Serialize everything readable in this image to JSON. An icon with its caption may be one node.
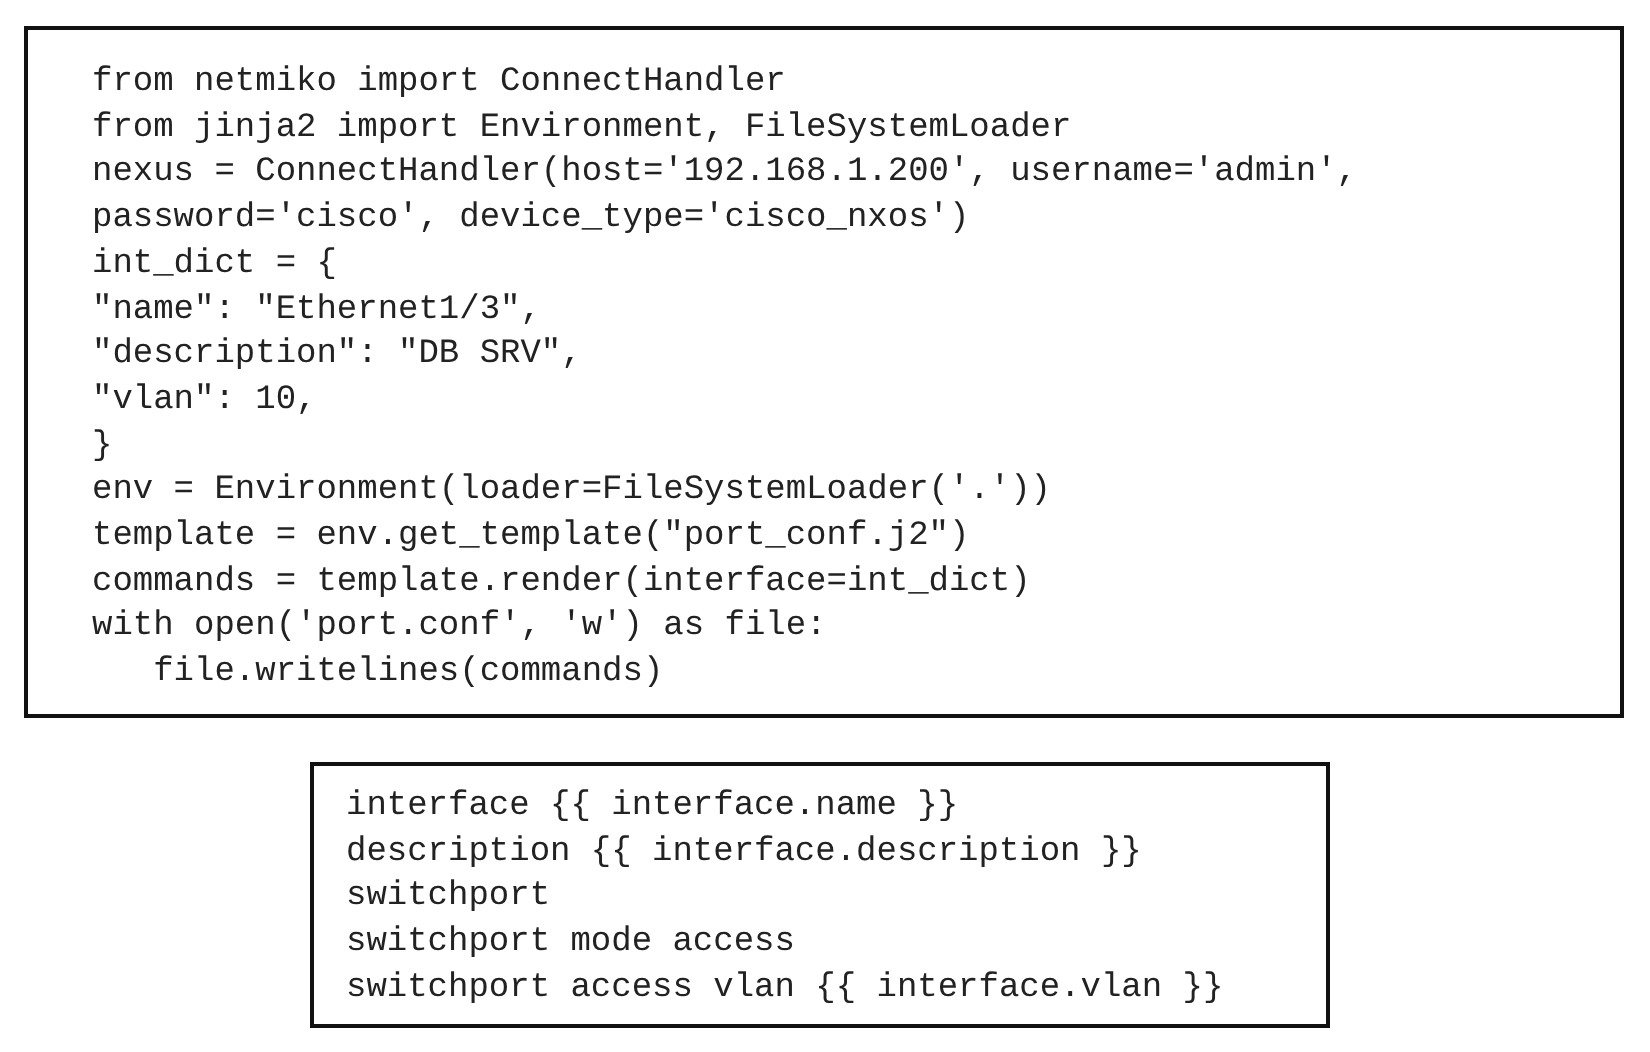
{
  "diagram": {
    "nodes": [
      {
        "text": [
          "from netmiko import ConnectHandler",
          "from jinja2 import Environment, FileSystemLoader",
          "nexus = ConnectHandler(host='192.168.1.200', username='admin',",
          "password='cisco', device_type='cisco_nxos')",
          "int_dict = {",
          "\"name\": \"Ethernet1/3\",",
          "\"description\": \"DB SRV\",",
          "\"vlan\": 10,",
          "}",
          "env = Environment(loader=FileSystemLoader('.'))",
          "template = env.get_template(\"port_conf.j2\")",
          "commands = template.render(interface=int_dict)",
          "with open('port.conf', 'w') as file:",
          "   file.writelines(commands)"
        ]
      },
      {
        "text": [
          "interface {{ interface.name }}",
          "description {{ interface.description }}",
          "switchport",
          "switchport mode access",
          "switchport access vlan {{ interface.vlan }}"
        ]
      }
    ]
  }
}
